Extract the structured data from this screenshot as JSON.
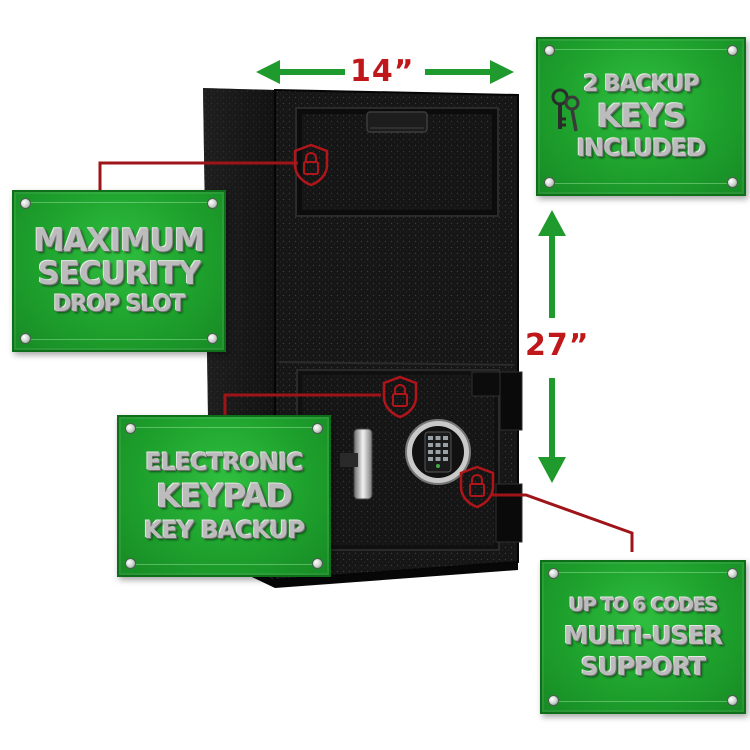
{
  "dimensions": {
    "width_label": "14”",
    "height_label": "27”"
  },
  "plates": {
    "keys": {
      "line1": "2 BACKUP",
      "line2": "KEYS",
      "line3": "INCLUDED"
    },
    "drop_slot": {
      "line1": "MAXIMUM",
      "line2": "SECURITY",
      "line3": "DROP SLOT"
    },
    "keypad": {
      "line1": "ELECTRONIC",
      "line2": "KEYPAD",
      "line3": "KEY BACKUP"
    },
    "codes": {
      "line1": "UP TO 6 CODES",
      "line2": "MULTI-USER",
      "line3": "SUPPORT"
    }
  },
  "colors": {
    "plate_green": "#1ea12d",
    "arrow_green": "#1f9a2c",
    "dimension_red": "#c0171b",
    "safe_black": "#151515"
  },
  "icons": [
    "shield-lock-icon",
    "key-icon",
    "keypad-icon",
    "screw-icon"
  ]
}
